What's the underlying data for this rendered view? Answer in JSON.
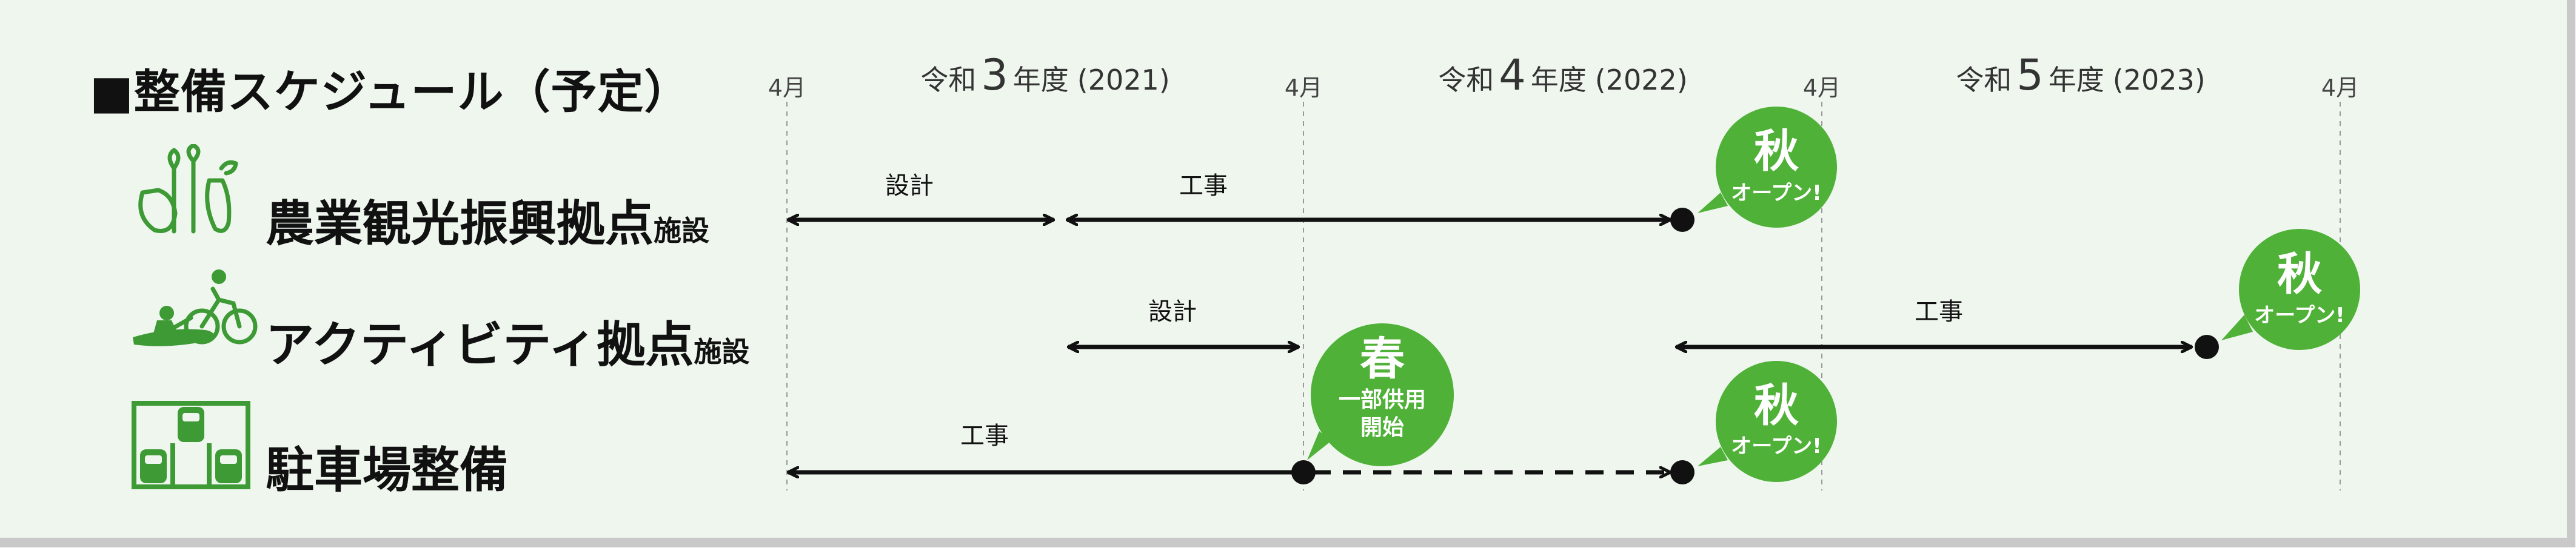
{
  "title": "■整備スケジュール（予定）",
  "year_header": {
    "april_label": "4月",
    "fiscal_years": [
      {
        "prefix": "令和",
        "num": "3",
        "suffix": "年度",
        "western": "(2021)"
      },
      {
        "prefix": "令和",
        "num": "4",
        "suffix": "年度",
        "western": "(2022)"
      },
      {
        "prefix": "令和",
        "num": "5",
        "suffix": "年度",
        "western": "(2023)"
      }
    ]
  },
  "rows": [
    {
      "label": "農業観光振興拠点",
      "suffix": "施設",
      "icon": "vegetables-icon"
    },
    {
      "label": "アクティビティ拠点",
      "suffix": "施設",
      "icon": "cycling-kayak-icon"
    },
    {
      "label": "駐車場整備",
      "suffix": "",
      "icon": "parking-lot-icon"
    }
  ],
  "phases": {
    "design": "設計",
    "construction": "工事"
  },
  "bubbles": {
    "autumn_big": "秋",
    "autumn_small": "オープン!",
    "spring_big": "春",
    "spring_small_1": "一部供用",
    "spring_small_2": "開始"
  },
  "colors": {
    "accent_green": "#3d9a35",
    "bubble_green": "#4fb137",
    "panel_bg": "#eef6ee",
    "line": "#111111"
  }
}
